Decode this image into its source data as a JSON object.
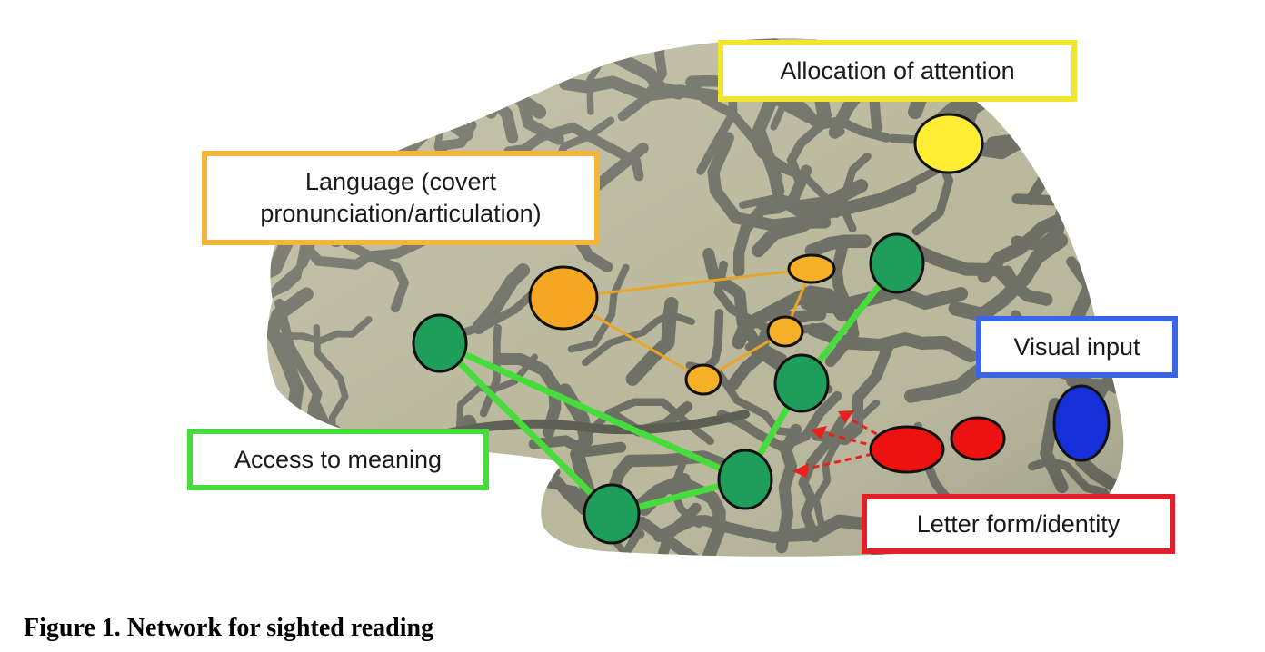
{
  "labels": {
    "attention": "Allocation of attention",
    "language_line1": "Language (covert",
    "language_line2": "pronunciation/articulation)",
    "visual": "Visual input",
    "meaning": "Access to meaning",
    "letter": "Letter form/identity"
  },
  "caption": "Figure 1. Network for sighted reading",
  "colors": {
    "attention": "#ffee33",
    "language": "#f5a623",
    "meaning": "#1e9e5a",
    "meaning_links": "#46dd3c",
    "letter": "#ee1111",
    "visual": "#1530d8",
    "label_attention_border": "#f0e630",
    "label_language_border": "#f5b43a",
    "label_meaning_border": "#46dd3c",
    "label_letter_border": "#e0202a",
    "label_visual_border": "#3a66e6"
  }
}
